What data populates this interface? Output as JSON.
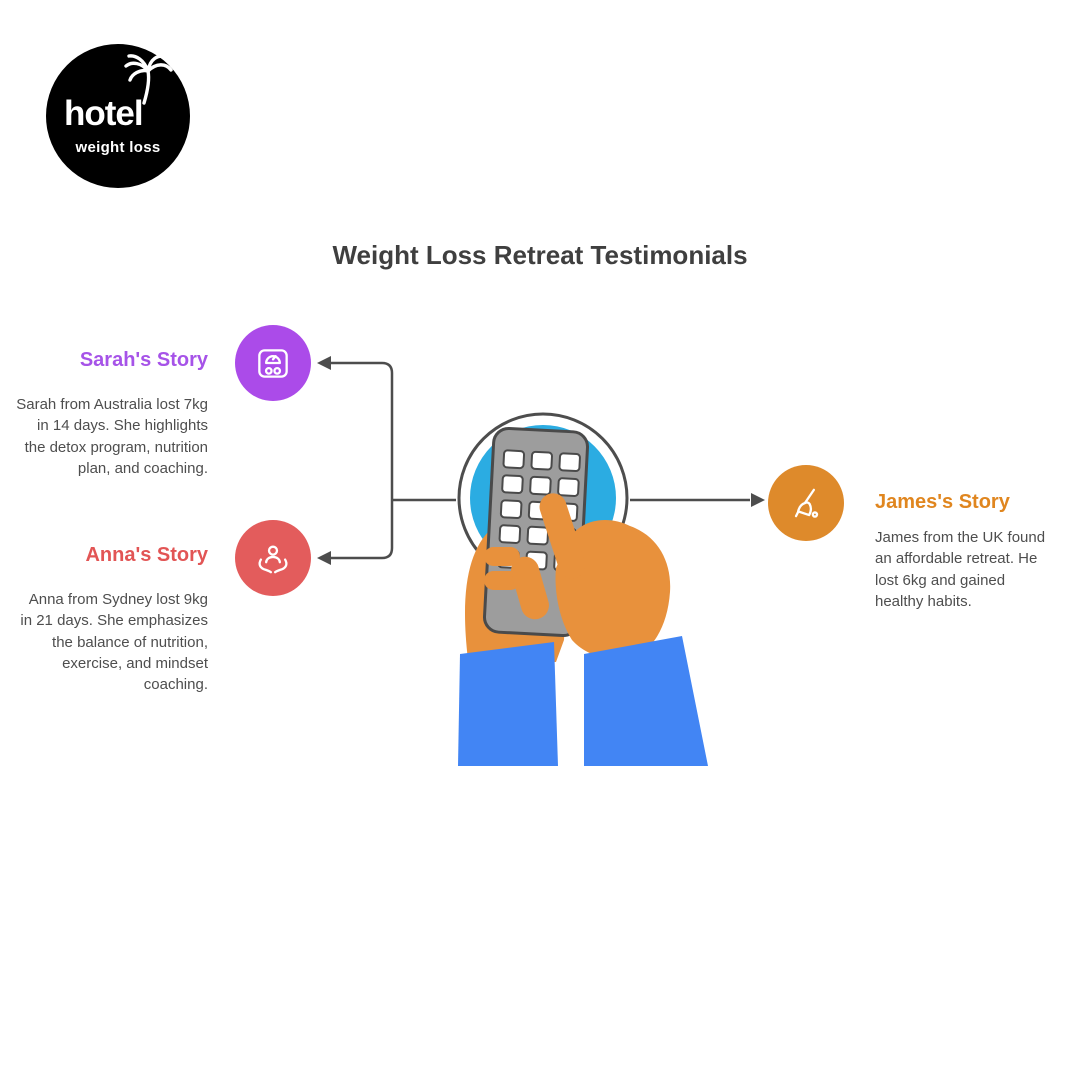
{
  "logo": {
    "line1": "hotel",
    "line2": "weight loss"
  },
  "title": "Weight Loss Retreat Testimonials",
  "testimonials": [
    {
      "heading": "Sarah's Story",
      "body": "Sarah from Australia lost 7kg in 14 days. She highlights the detox program, nutrition plan, and coaching.",
      "accent": "#A653E8",
      "icon_bg": "#AB4BE9",
      "icon": "weight-scale-icon"
    },
    {
      "heading": "Anna's Story",
      "body": "Anna from Sydney lost 9kg in 21 days. She emphasizes the balance of nutrition, exercise, and mindset coaching.",
      "accent": "#E25555",
      "icon_bg": "#E35C5C",
      "icon": "person-in-hands-icon"
    },
    {
      "heading": "James's Story",
      "body": "James from the UK found an affordable retreat. He lost 6kg and gained healthy habits.",
      "accent": "#E0861F",
      "icon_bg": "#DE8A2B",
      "icon": "broom-icon"
    }
  ],
  "illustration": {
    "description": "two hands holding a phone keypad inside a blue circle",
    "circle_color": "#2BACE2",
    "hand_color": "#E8913C",
    "sleeve_color": "#4285F4",
    "phone_color": "#9D9D9D"
  },
  "colors": {
    "background": "#FFFFFF",
    "title_text": "#3F3F3F",
    "body_text": "#4E4E4E",
    "connector": "#4D4D4D",
    "logo_bg": "#000000",
    "logo_text": "#FFFFFF"
  }
}
